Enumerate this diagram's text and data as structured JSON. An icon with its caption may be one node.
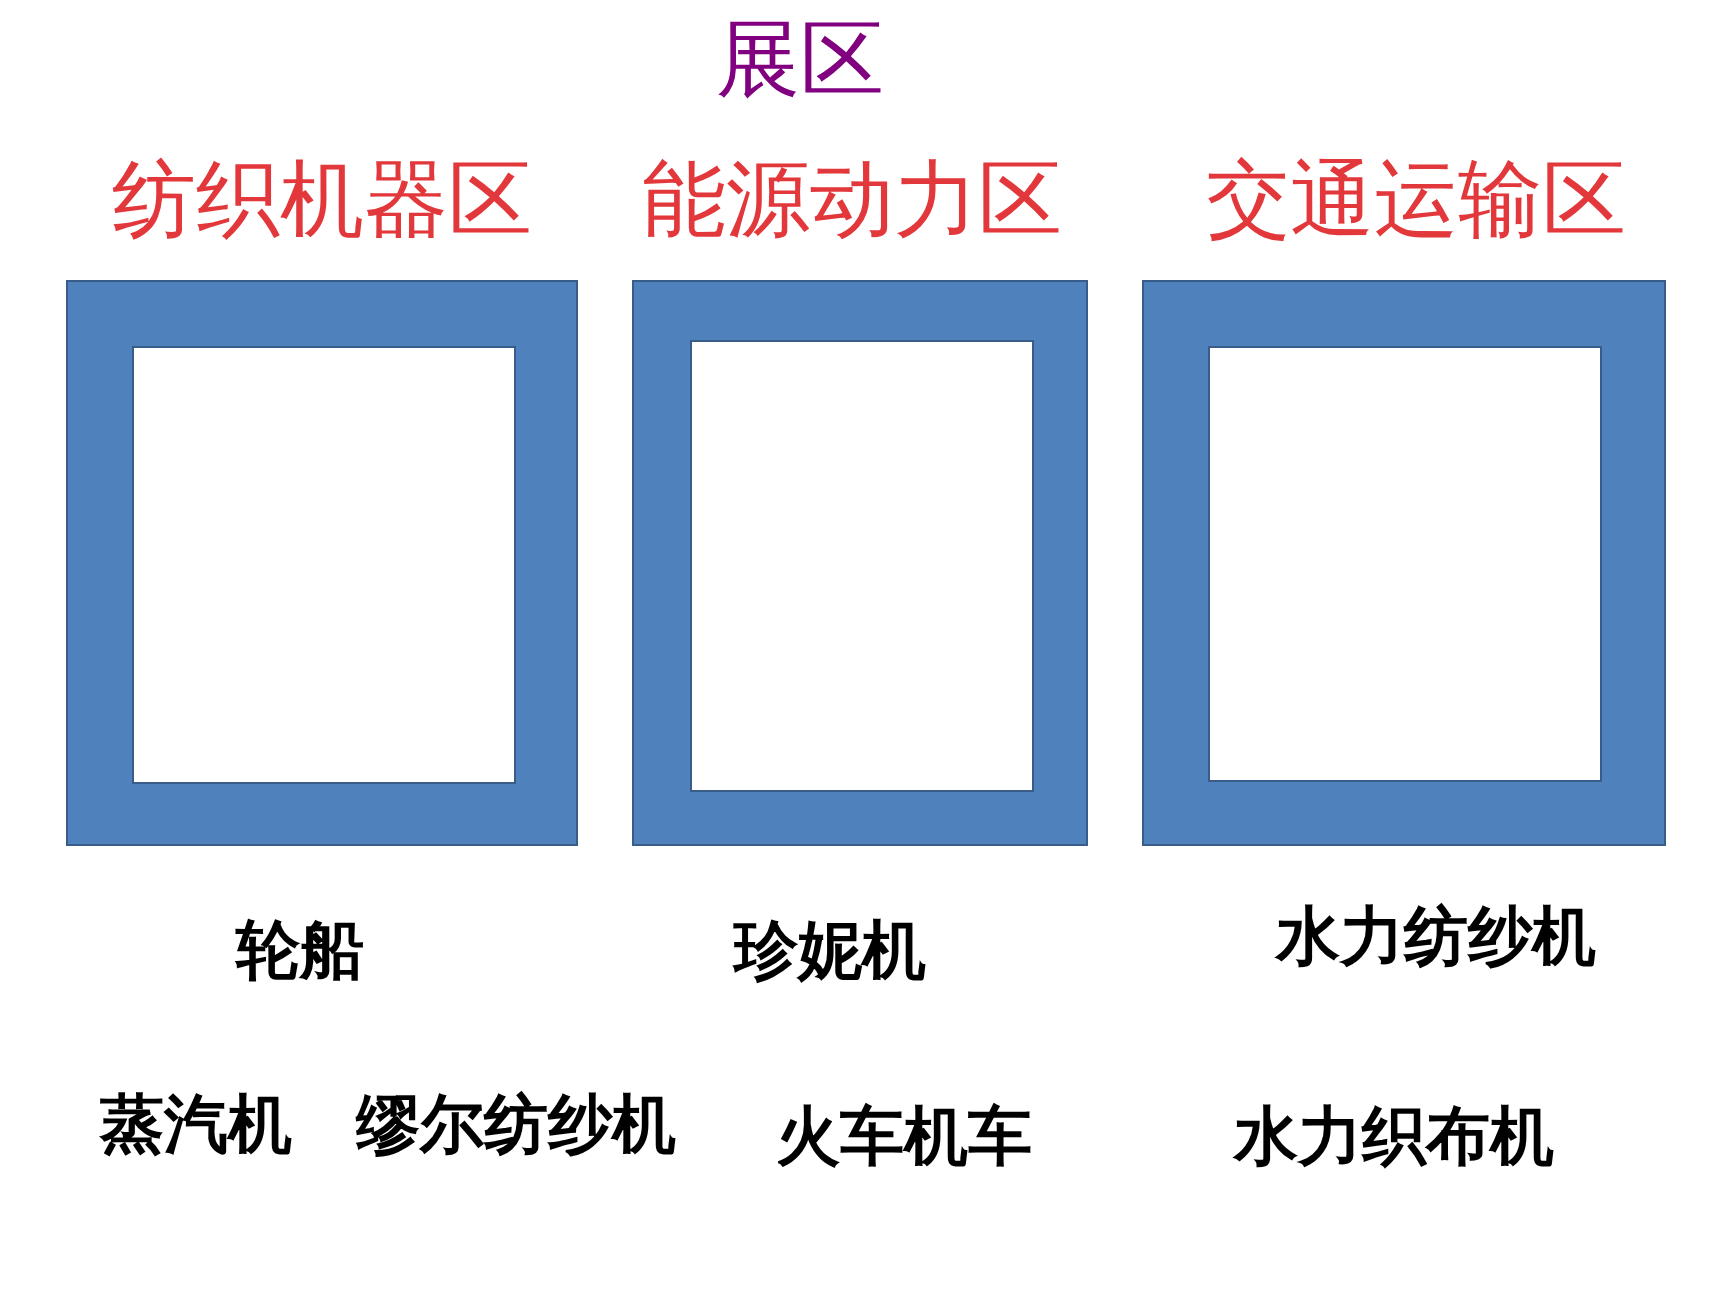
{
  "diagram": {
    "title": "展区",
    "nodes": [
      {
        "text": [
          "纺织机器区"
        ]
      },
      {
        "text": [
          "能源动力区"
        ]
      },
      {
        "text": [
          "交通运输区"
        ]
      }
    ],
    "labels": [
      "轮船",
      "珍妮机",
      "水力纺纱机",
      "蒸汽机",
      "缪尔纺纱机",
      "火车机车",
      "水力织布机"
    ]
  }
}
